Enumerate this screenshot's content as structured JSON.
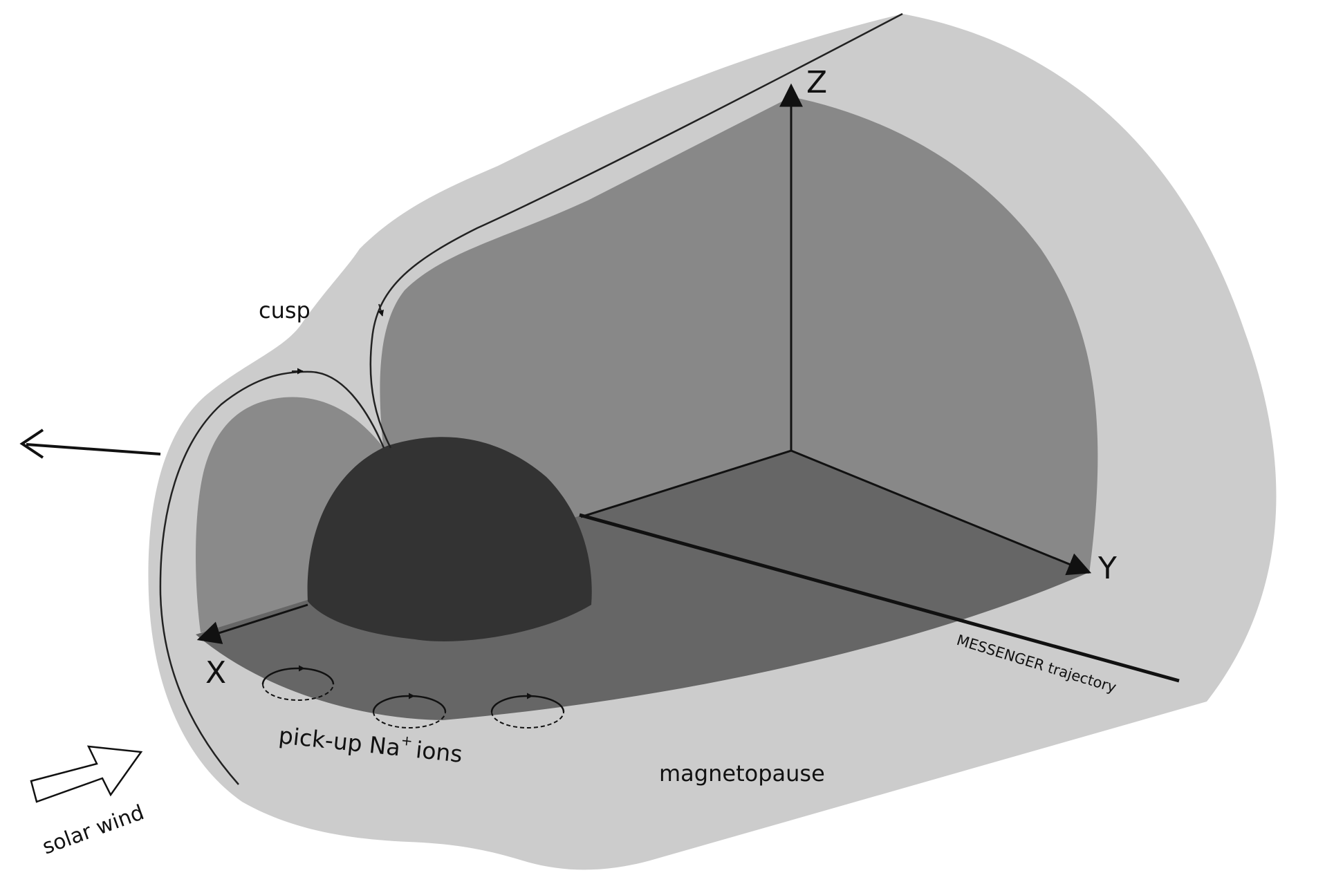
{
  "labels": {
    "z_axis": "Z",
    "y_axis": "Y",
    "x_axis": "X",
    "cusp": "cusp",
    "trajectory": "MESSENGER trajectory",
    "pickup_prefix": "pick-up Na",
    "pickup_superscript": "+",
    "pickup_suffix": "ions",
    "magnetopause": "magnetopause",
    "solar_wind": "solar wind"
  },
  "colors": {
    "magnetosheath": "#cccccc",
    "dayside_lobe": "#8a8a8a",
    "back_wall": "#888888",
    "floor": "#666666",
    "planet": "#333333",
    "lines": "#111111",
    "background": "#ffffff"
  }
}
